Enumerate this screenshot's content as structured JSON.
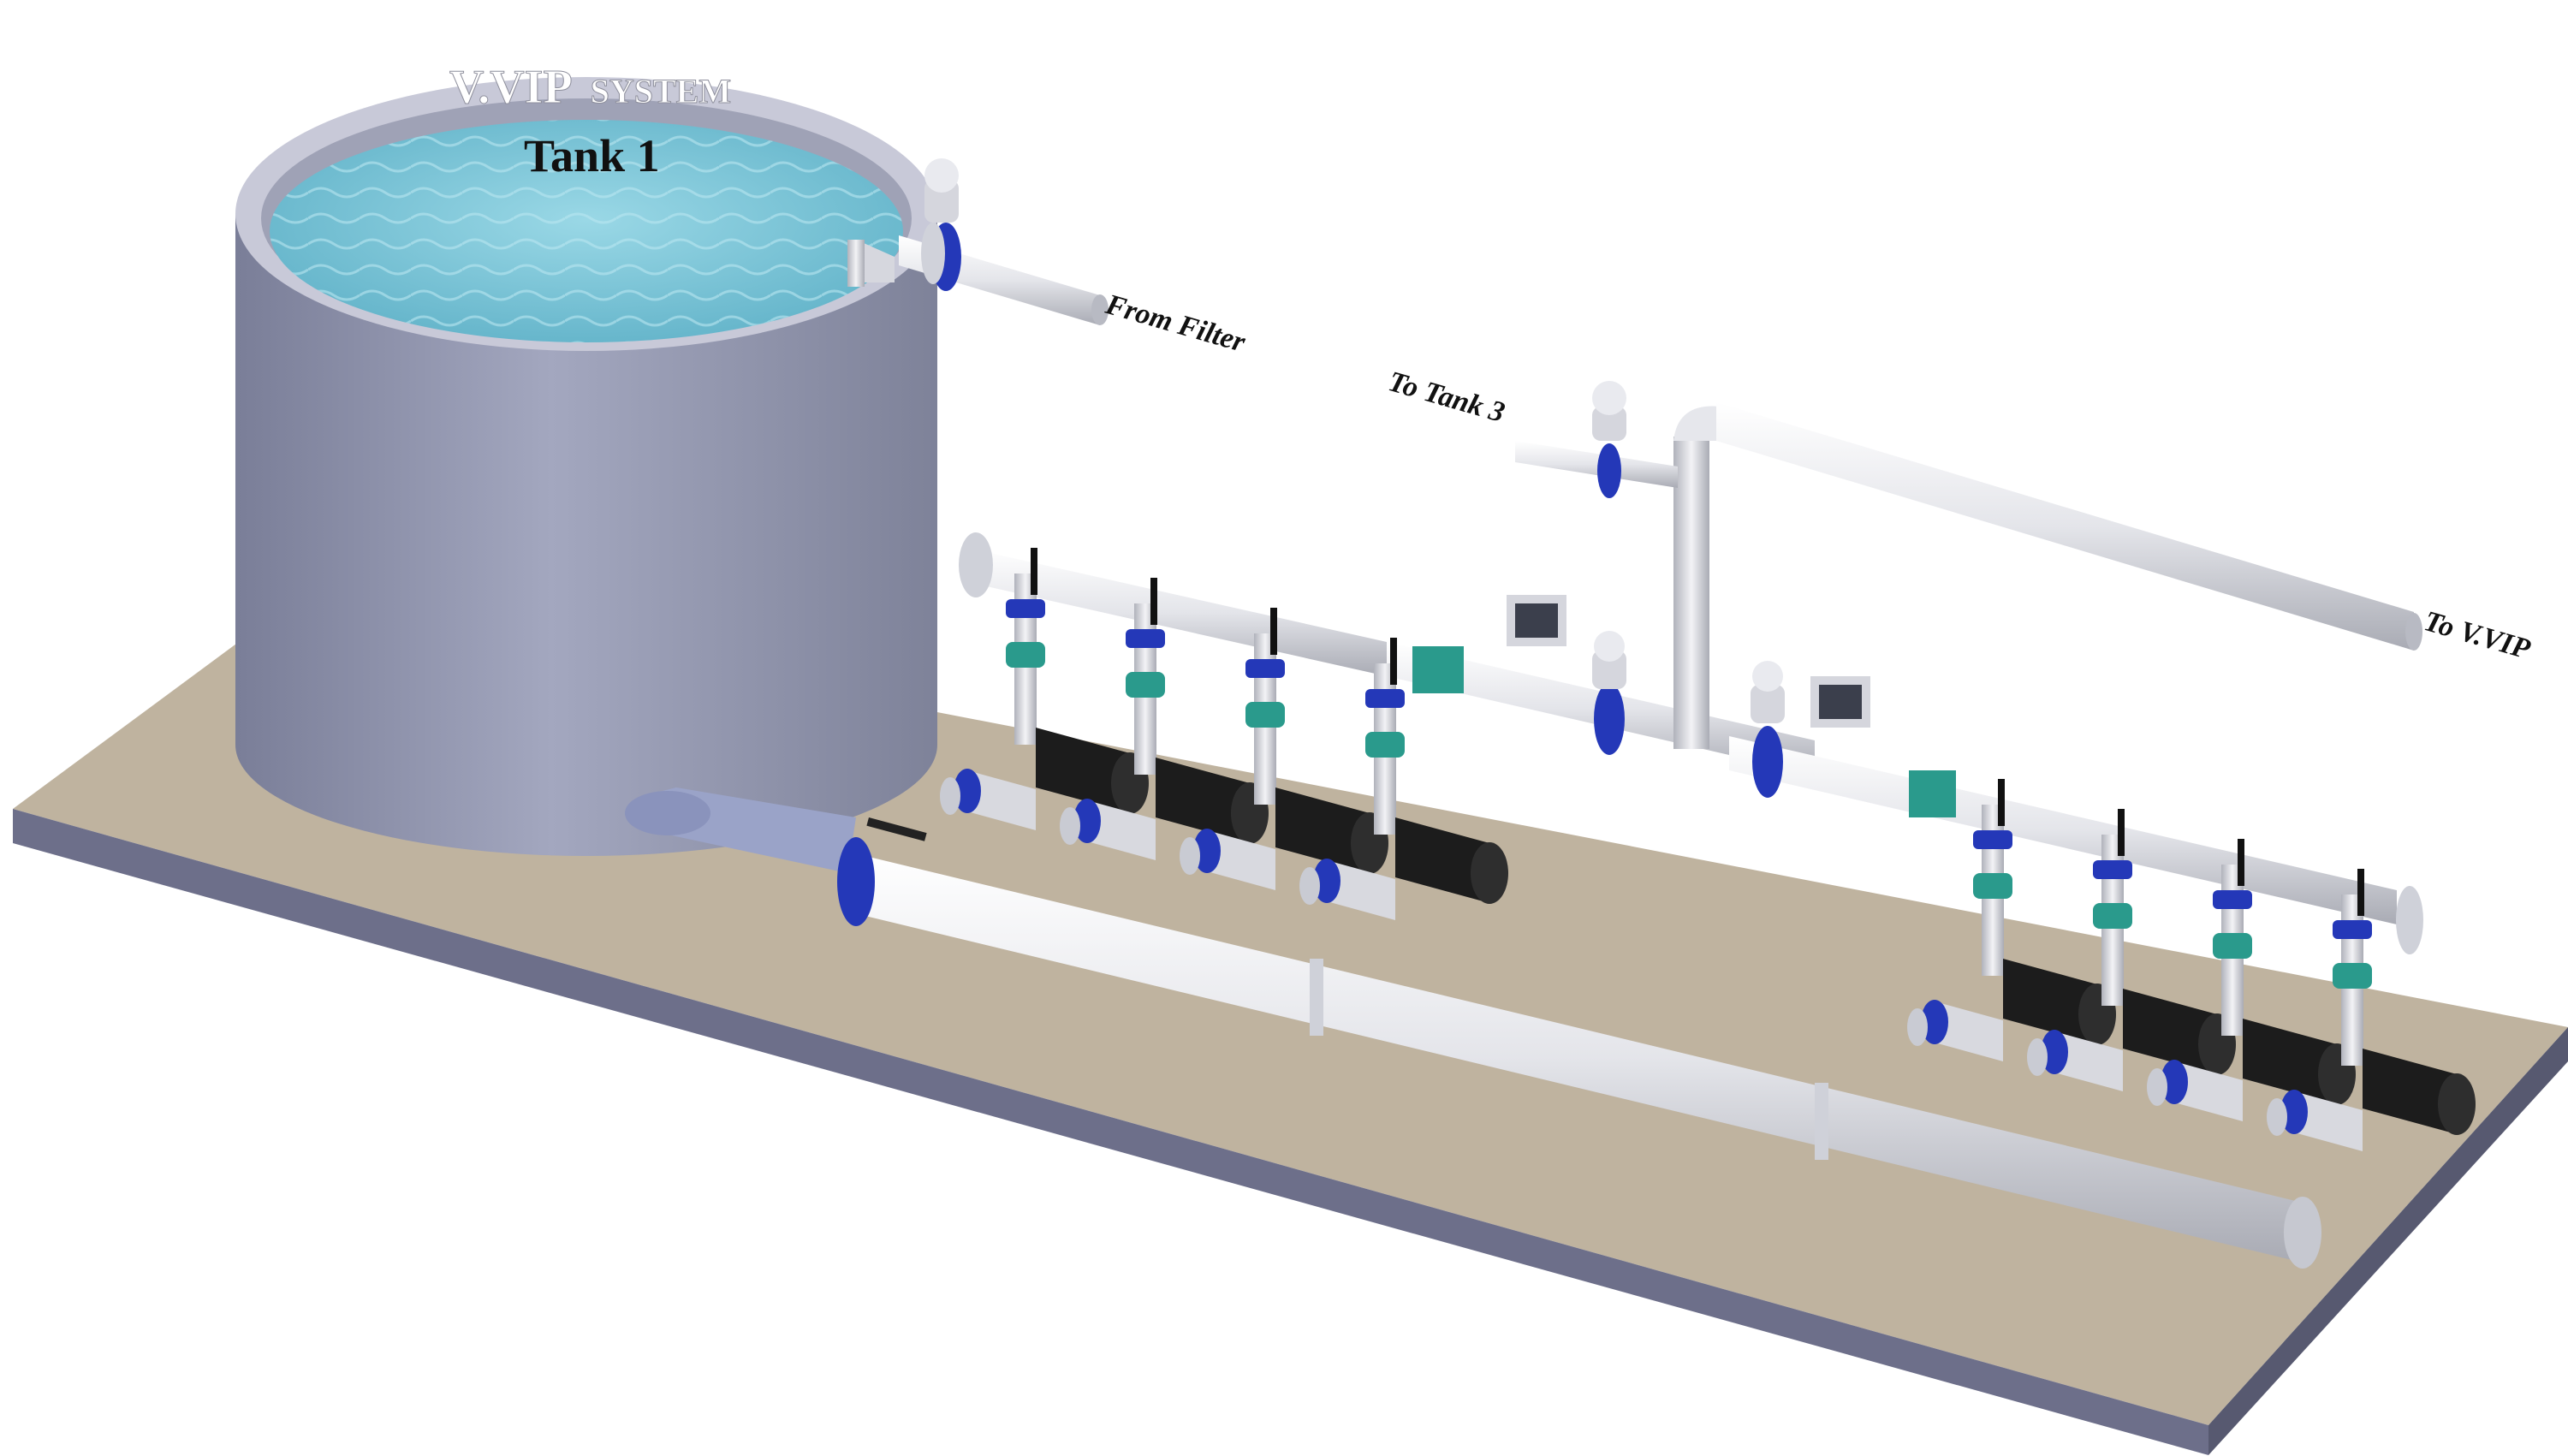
{
  "title": {
    "system_main": "V.VIP",
    "system_sub": "SYSTEM",
    "tank": "Tank 1"
  },
  "labels": {
    "from_filter": "From Filter",
    "to_tank3": "To Tank 3",
    "to_vvip": "To V.VIP"
  },
  "colors": {
    "floor": "#bfb39f",
    "floor_edge": "#6d6f8a",
    "tank": "#8c90aa",
    "water": "#7fc8d8",
    "pipe": "#e8e9ee",
    "valve": "#2438b8",
    "meter": "#2a9a8c",
    "motor": "#1c1c1c"
  },
  "pump_groups": [
    {
      "name": "group-left",
      "pumps": 4
    },
    {
      "name": "group-right",
      "pumps": 4
    }
  ]
}
